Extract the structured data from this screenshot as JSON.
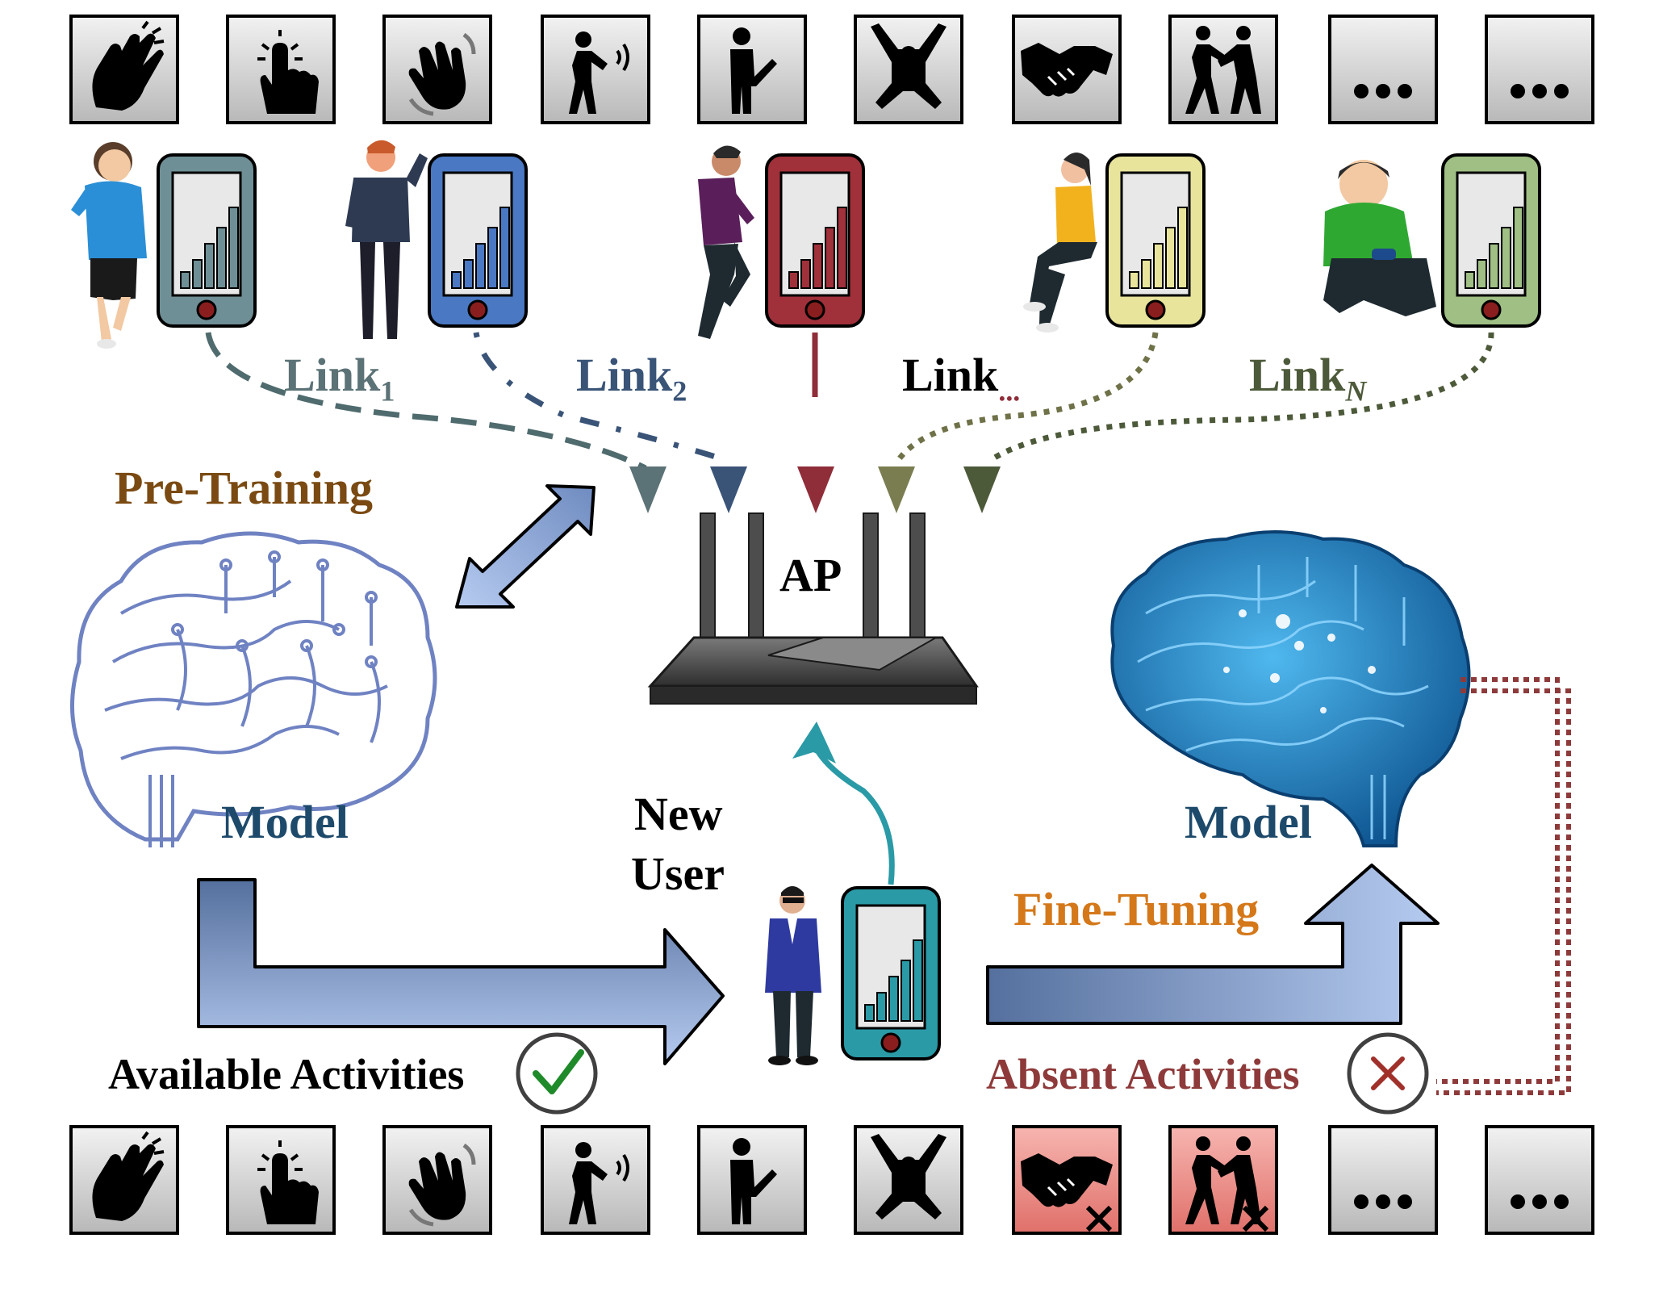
{
  "labels": {
    "link1": {
      "base": "Link",
      "sub": "1"
    },
    "link2": {
      "base": "Link",
      "sub": "2"
    },
    "link_dots": {
      "base": "Link",
      "sub": "..."
    },
    "linkN": {
      "base": "Link",
      "sub": "N"
    },
    "pre_training": "Pre-Training",
    "ap": "AP",
    "model_left": "Model",
    "model_right": "Model",
    "new_user_line1": "New",
    "new_user_line2": "User",
    "fine_tuning": "Fine-Tuning",
    "available_activities": "Available Activities",
    "absent_activities": "Absent Activities"
  },
  "activities": [
    {
      "icon": "clap-icon",
      "top_status": "normal",
      "bottom_status": "available"
    },
    {
      "icon": "tap-icon",
      "top_status": "normal",
      "bottom_status": "available"
    },
    {
      "icon": "wave-hand-icon",
      "top_status": "normal",
      "bottom_status": "available"
    },
    {
      "icon": "shout-person-icon",
      "top_status": "normal",
      "bottom_status": "available"
    },
    {
      "icon": "point-person-icon",
      "top_status": "normal",
      "bottom_status": "available"
    },
    {
      "icon": "jump-person-icon",
      "top_status": "normal",
      "bottom_status": "available"
    },
    {
      "icon": "handshake-icon",
      "top_status": "normal",
      "bottom_status": "absent"
    },
    {
      "icon": "fight-icon",
      "top_status": "normal",
      "bottom_status": "absent"
    },
    {
      "icon": "ellipsis-icon",
      "top_status": "normal",
      "bottom_status": "available"
    },
    {
      "icon": "ellipsis-icon",
      "top_status": "normal",
      "bottom_status": "available"
    }
  ],
  "users": [
    {
      "name": "user-boy-running",
      "phone_color": "#6f8f96",
      "link_color": "#4f6b6e",
      "link_style": "long-dash"
    },
    {
      "name": "user-man-waving",
      "phone_color": "#4a78c2",
      "link_color": "#3a5478",
      "link_style": "dash-dot"
    },
    {
      "name": "user-man-climbing",
      "phone_color": "#a0303a",
      "link_color": "#8f2d39",
      "link_style": "solid"
    },
    {
      "name": "user-woman-sitting",
      "phone_color": "#e8e49c",
      "link_color": "#6f7248",
      "link_style": "dotted"
    },
    {
      "name": "user-boy-gaming",
      "phone_color": "#9fbf84",
      "link_color": "#4d5a3a",
      "link_style": "dotted"
    }
  ],
  "colors": {
    "pre_training": "#7a4a12",
    "model_text": "#1d4a6b",
    "fine_tuning": "#d4781a",
    "absent_text": "#8e3a3a",
    "arrow_fill": "#7f9ad0",
    "new_user_link": "#2a9aa6",
    "check": "#1f8a2a",
    "cross": "#a0302a",
    "absent_tile": "#e0706a"
  }
}
